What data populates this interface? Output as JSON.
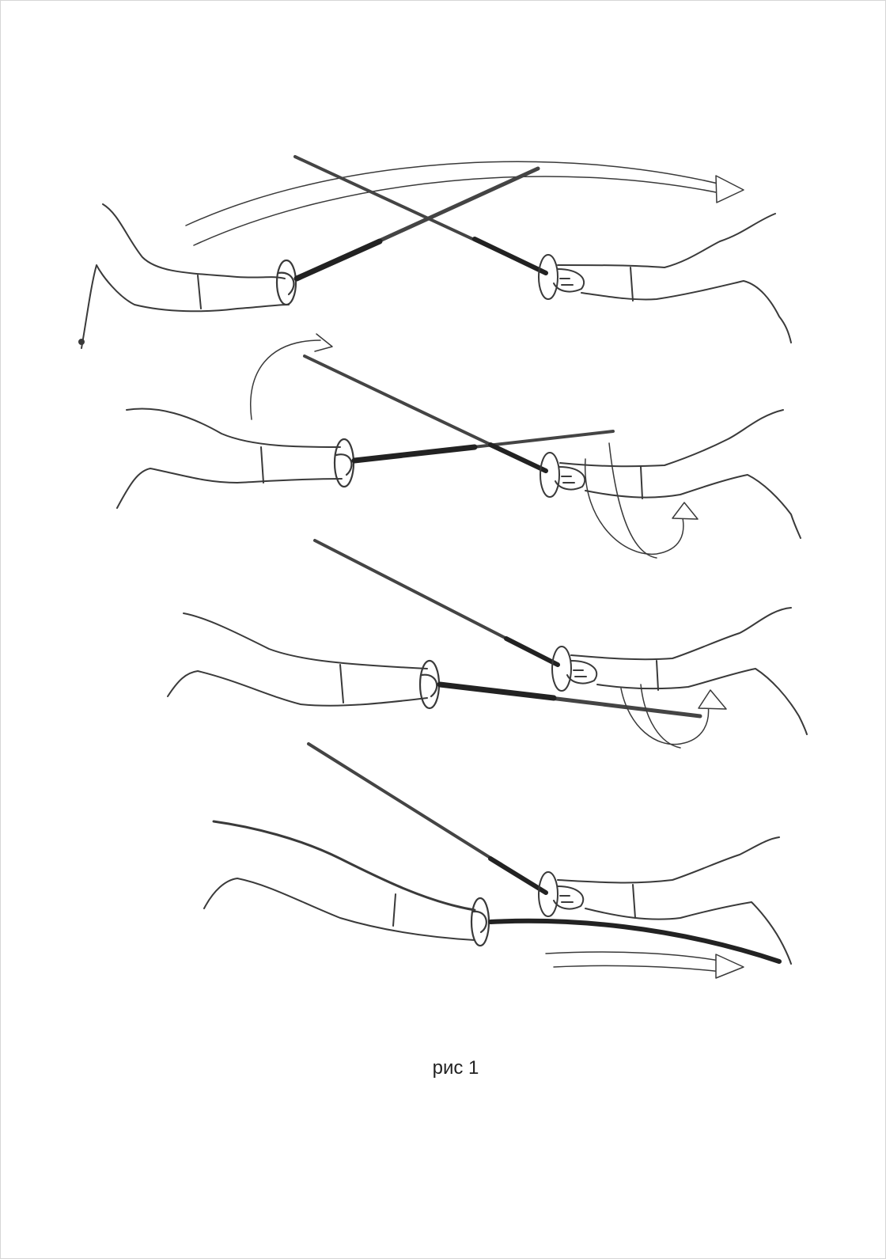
{
  "figure": {
    "caption": "рис 1",
    "panel_count": 4,
    "colors": {
      "ink": "#3a3a3a",
      "blade": "#555555",
      "paper": "#ffffff"
    },
    "panels": [
      {
        "name": "panel-1",
        "motion_arrow": "long-arc-arrow"
      },
      {
        "name": "panel-2",
        "motion_arrow": "circular-arrow"
      },
      {
        "name": "panel-3",
        "motion_arrow": "circular-arrow"
      },
      {
        "name": "panel-4",
        "motion_arrow": "double-line-arrow"
      }
    ]
  }
}
